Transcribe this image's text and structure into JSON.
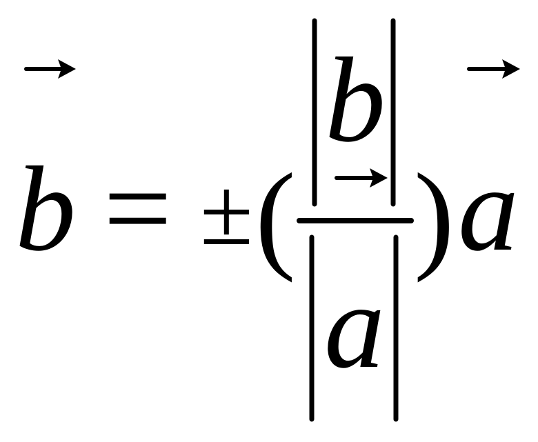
{
  "formula": {
    "lhs_variable": "b",
    "equals": "=",
    "plus_minus": "±",
    "open_paren": "(",
    "close_paren": ")",
    "numerator_variable": "b",
    "denominator_variable": "a",
    "rhs_variable": "a"
  },
  "colors": {
    "ink": "#000000",
    "background": "#ffffff"
  },
  "icons": [
    "vector-arrow-icon",
    "vector-arrow-icon",
    "vector-arrow-icon"
  ]
}
